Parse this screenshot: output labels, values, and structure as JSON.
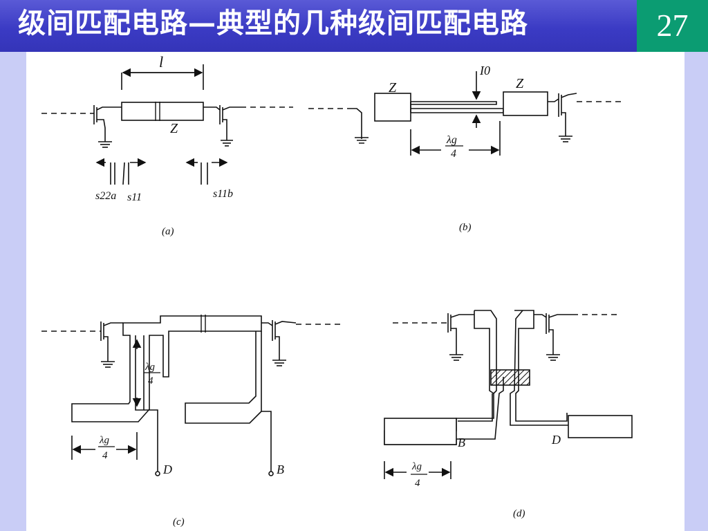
{
  "header": {
    "title": "级间匹配电路—典型的几种级间匹配电路",
    "page_number": "27"
  },
  "diagram": {
    "a": {
      "caption": "(a)",
      "length_label": "l",
      "impedance_label": "Z",
      "s22a_label": "s22a",
      "s11_label": "s11",
      "s11b_label": "s11b"
    },
    "b": {
      "caption": "(b)",
      "z_left": "Z",
      "z_right": "Z",
      "bias_label": "I0",
      "lambda_num": "λg",
      "lambda_den": "4"
    },
    "c": {
      "caption": "(c)",
      "stub_num": "λg",
      "stub_den": "4",
      "dim_num": "λg",
      "dim_den": "4",
      "port_d": "D",
      "port_b": "B"
    },
    "d": {
      "caption": "(d)",
      "port_b": "B",
      "port_d": "D",
      "dim_num": "λg",
      "dim_den": "4"
    }
  }
}
